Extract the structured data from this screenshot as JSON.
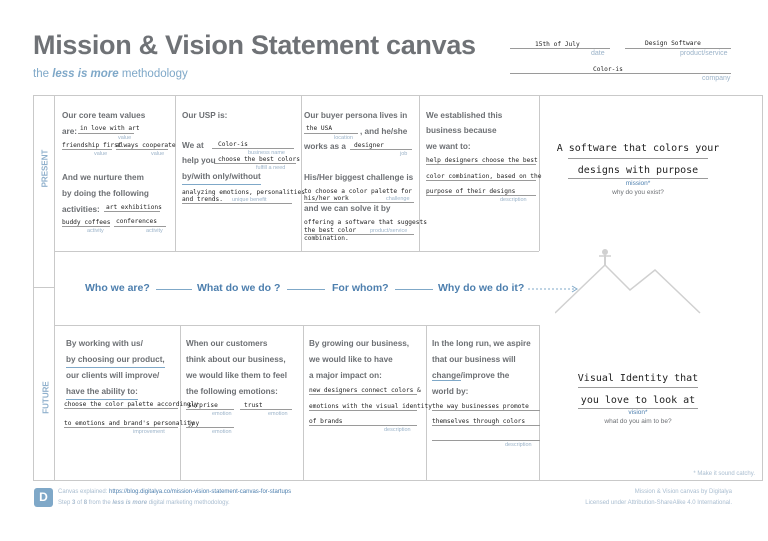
{
  "header": {
    "title": "Mission & Vision Statement canvas",
    "subtitle_pre": "the ",
    "subtitle_em": "less is more",
    "subtitle_post": " methodology",
    "date_value": "15th of July",
    "date_label": "date",
    "product_value": "Design Software",
    "product_label": "product/service",
    "company_value": "Color-is",
    "company_label": "company"
  },
  "sections": {
    "present": "PRESENT",
    "future": "FUTURE"
  },
  "present": {
    "team": {
      "line1": "Our core team values",
      "are": "are:",
      "v1": "in love with art",
      "v1_label": "value",
      "v2": "friendship first",
      "v2_label": "value",
      "v3": "always cooperate",
      "v3_label": "value",
      "line2": "And we nurture them",
      "line3": "by doing the following",
      "activities": "activities:",
      "a1": "art exhibitions",
      "a1_label": "activity",
      "a2": "buddy coffees",
      "a2_label": "activity",
      "a3": "conferences",
      "a3_label": "activity"
    },
    "usp": {
      "line1": "Our USP is:",
      "we_at": "We at",
      "name": "Color-is",
      "name_label": "business name",
      "help_you": "help you",
      "need": "choose the best colors",
      "need_label": "fulfill a need",
      "by": "by/with only/without",
      "benefit1": "analyzing emotions, personalities",
      "benefit2": "and trends.",
      "benefit_label": "unique benefit"
    },
    "persona": {
      "line1": "Our buyer persona lives in",
      "location": "the USA",
      "location_label": "location",
      "and_he": ", and he/she",
      "works": "works as a",
      "job": "designer",
      "job_label": "job",
      "challenge_q": "His/Her biggest challenge is",
      "c1": "to choose a color palette for",
      "c2": "his/her work",
      "challenge_label": "challenge",
      "solve": "and we can solve it by",
      "s1": "offering a software that suggests",
      "s2": "the best color",
      "s3": "combination.",
      "solve_label": "product/service"
    },
    "why": {
      "line1": "We established this",
      "line2": "business because",
      "line3": "we want to:",
      "d1": "help designers choose the best",
      "d2": "color combination, based on the",
      "d3": "purpose of their designs",
      "desc_label": "description"
    },
    "mission": {
      "l1": "A software that colors your",
      "l2": "designs with purpose",
      "label": "mission*",
      "q": "why do you exist?"
    }
  },
  "questions": [
    "Who we are?",
    "What do we do ?",
    "For whom?",
    "Why do we do it?"
  ],
  "future": {
    "team": {
      "line1": "By working with us/",
      "line2": "by choosing our product,",
      "line3": "our clients will improve/",
      "line4": "have the ability to:",
      "i1": "choose the color palette accordingly",
      "i2": "to emotions and brand's personality",
      "label": "improvement"
    },
    "usp": {
      "line1": "When our customers",
      "line2": "think about our business,",
      "line3": "we would like them to feel",
      "line4": "the following emotions:",
      "e1": "surprise",
      "e1_label": "emotion",
      "e2": "trust",
      "e2_label": "emotion",
      "e3": "joy",
      "e3_label": "emotion"
    },
    "persona": {
      "line1": "By growing our business,",
      "line2": "we would like to have",
      "line3": "a major impact on:",
      "d1": "new designers connect colors &",
      "d2": "emotions with the visual identity",
      "d3": "of brands",
      "label": "description"
    },
    "why": {
      "line1": "In the long run, we aspire",
      "line2": "that our business will",
      "line3a": "change",
      "line3b": "/improve the",
      "line4": "world by:",
      "d1": "the way businesses promote",
      "d2": "themselves through colors",
      "label": "description"
    },
    "vision": {
      "l1": "Visual Identity that",
      "l2": "you love to look at",
      "label": "vision*",
      "q": "what do you aim to be?"
    },
    "note": "* Make it sound catchy."
  },
  "footer": {
    "logo": "D",
    "l1_pre": "Canvas explained: ",
    "l1_link": "https://blog.digitalya.co/mission-vision-statement-canvas-for-startups",
    "l2_a": "Step ",
    "l2_step": "3",
    "l2_b": " of ",
    "l2_total": "8",
    "l2_c": " from the ",
    "l2_em": "less is more",
    "l2_d": " digital marketing methodology.",
    "r1": "Mission & Vision canvas by Digitalya",
    "r2": "Licensed under Attribution-ShareAlike 4.0 International."
  },
  "colors": {
    "accent": "#4d7fae",
    "label": "#9bb3c9",
    "title": "#6f7276"
  }
}
